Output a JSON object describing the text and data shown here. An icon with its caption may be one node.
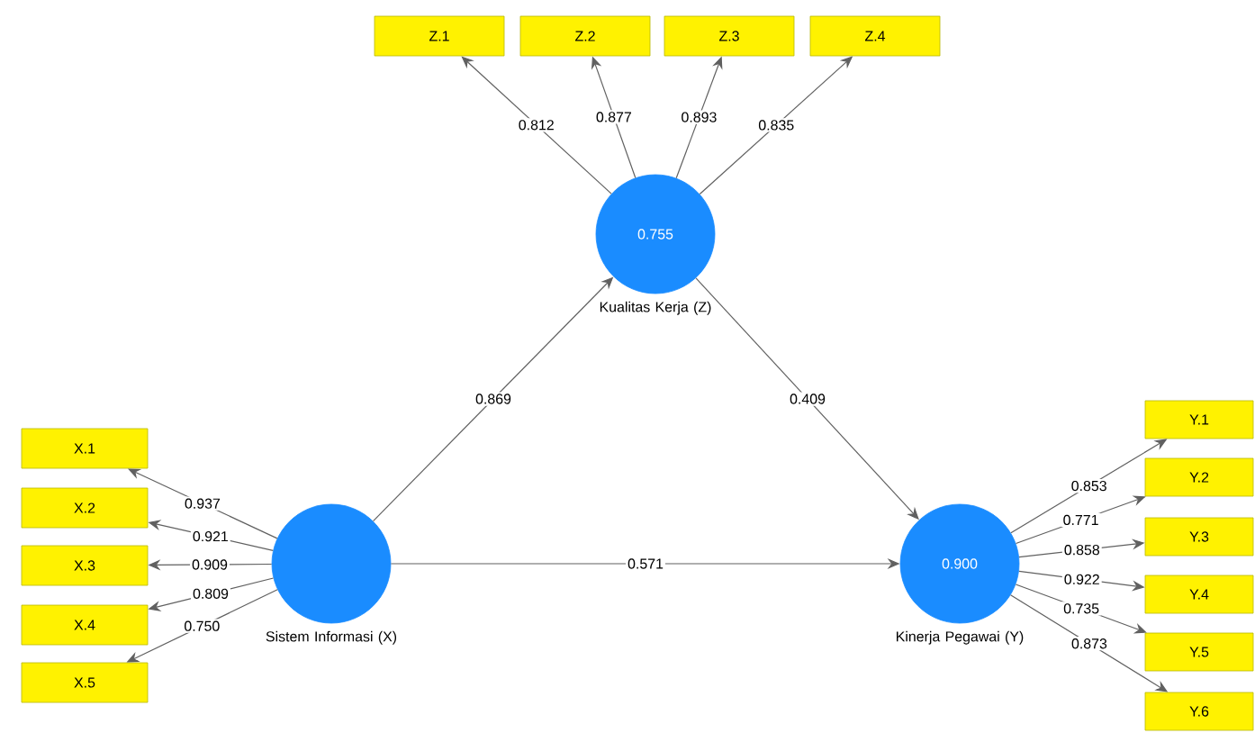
{
  "diagram": {
    "nodes": [
      {
        "text": [
          "Z.1"
        ]
      },
      {
        "text": [
          "Z.2"
        ]
      },
      {
        "text": [
          "Z.3"
        ]
      },
      {
        "text": [
          "Z.4"
        ]
      },
      {
        "text": [
          "0.755"
        ],
        "beside": [
          "Kualitas Kerja (Z)"
        ]
      },
      {
        "text": [
          "X.1"
        ]
      },
      {
        "text": [
          "X.2"
        ]
      },
      {
        "text": [
          "X.3"
        ]
      },
      {
        "text": [
          "X.4"
        ]
      },
      {
        "text": [
          "X.5"
        ]
      },
      {
        "text": [],
        "shape": "circle",
        "beside": [
          "Sistem Informasi (X)"
        ]
      },
      {
        "text": [
          "0.900"
        ],
        "beside": [
          "Kinerja Pegawai (Y)"
        ]
      },
      {
        "text": [
          "Y.1"
        ]
      },
      {
        "text": [
          "Y.2"
        ]
      },
      {
        "text": [
          "Y.3"
        ]
      },
      {
        "text": [
          "Y.4"
        ]
      },
      {
        "text": [
          "Y.5"
        ]
      },
      {
        "text": [
          "Y.6"
        ]
      }
    ],
    "edges": [
      {
        "from": 4,
        "to": 0,
        "arrow": "to",
        "label": "0.812"
      },
      {
        "from": 4,
        "to": 1,
        "arrow": "to",
        "label": "0.877"
      },
      {
        "from": 4,
        "to": 2,
        "arrow": "to",
        "label": "0.893"
      },
      {
        "from": 4,
        "to": 3,
        "arrow": "to",
        "label": "0.835"
      },
      {
        "from": 10,
        "to": 4,
        "arrow": "to",
        "label": "0.869"
      },
      {
        "from": 4,
        "to": 11,
        "arrow": "to",
        "label": "0.409"
      },
      {
        "from": 10,
        "to": 11,
        "arrow": "to",
        "label": "0.571"
      },
      {
        "from": 10,
        "to": 5,
        "arrow": "to",
        "label": "0.937"
      },
      {
        "from": 10,
        "to": 6,
        "arrow": "to",
        "label": "0.921"
      },
      {
        "from": 10,
        "to": 7,
        "arrow": "to",
        "label": "0.909"
      },
      {
        "from": 10,
        "to": 8,
        "arrow": "to",
        "label": "0.809"
      },
      {
        "from": 10,
        "to": 9,
        "arrow": "to",
        "label": "0.750"
      },
      {
        "from": 11,
        "to": 12,
        "arrow": "to",
        "label": "0.853"
      },
      {
        "from": 11,
        "to": 13,
        "arrow": "to",
        "label": "0.771"
      },
      {
        "from": 11,
        "to": 14,
        "arrow": "to",
        "label": "0.858"
      },
      {
        "from": 11,
        "to": 15,
        "arrow": "to",
        "label": "0.922"
      },
      {
        "from": 11,
        "to": 16,
        "arrow": "to",
        "label": "0.735"
      },
      {
        "from": 11,
        "to": 17,
        "arrow": "to",
        "label": "0.873"
      }
    ]
  }
}
